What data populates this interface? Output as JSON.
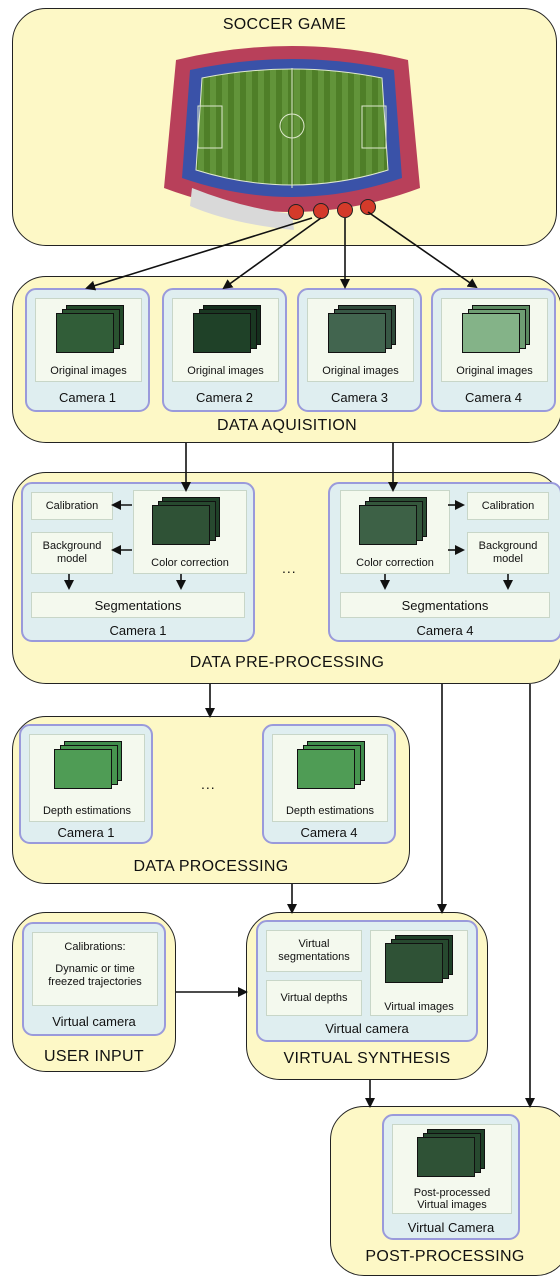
{
  "stages": {
    "soccer": "SOCCER GAME",
    "acquisition": "DATA AQUISITION",
    "preprocessing": "DATA PRE-PROCESSING",
    "processing": "DATA PROCESSING",
    "user_input": "USER INPUT",
    "virtual_synthesis": "VIRTUAL SYNTHESIS",
    "post_processing": "POST-PROCESSING"
  },
  "acquisition": {
    "image_label": "Original images",
    "cameras": [
      "Camera 1",
      "Camera 2",
      "Camera 3",
      "Camera 4"
    ]
  },
  "preprocessing": {
    "calibration": "Calibration",
    "background_model": "Background model",
    "color_correction": "Color correction",
    "segmentations": "Segmentations",
    "cameras": [
      "Camera 1",
      "Camera 4"
    ],
    "ellipsis": "..."
  },
  "processing": {
    "image_label": "Depth estimations",
    "cameras": [
      "Camera 1",
      "Camera 4"
    ],
    "ellipsis": "..."
  },
  "user_input": {
    "calibrations": "Calibrations:",
    "trajectories": "Dynamic or time freezed trajectories",
    "camera": "Virtual camera"
  },
  "virtual_synthesis": {
    "virtual_segmentations": "Virtual segmentations",
    "virtual_depths": "Virtual depths",
    "virtual_images": "Virtual images",
    "camera": "Virtual camera"
  },
  "post_processing": {
    "image_label": "Post-processed Virtual images",
    "camera": "Virtual Camera"
  },
  "colors": {
    "stage_fill": "#fdf8c6",
    "camera_fill": "#dfeef0",
    "camera_border": "#9a9adb",
    "stadium_seats": "#b8405a",
    "pitch": "#5a8c2e"
  },
  "icons": {
    "camera": "camera-icon",
    "stadium": "stadium-illustration"
  }
}
